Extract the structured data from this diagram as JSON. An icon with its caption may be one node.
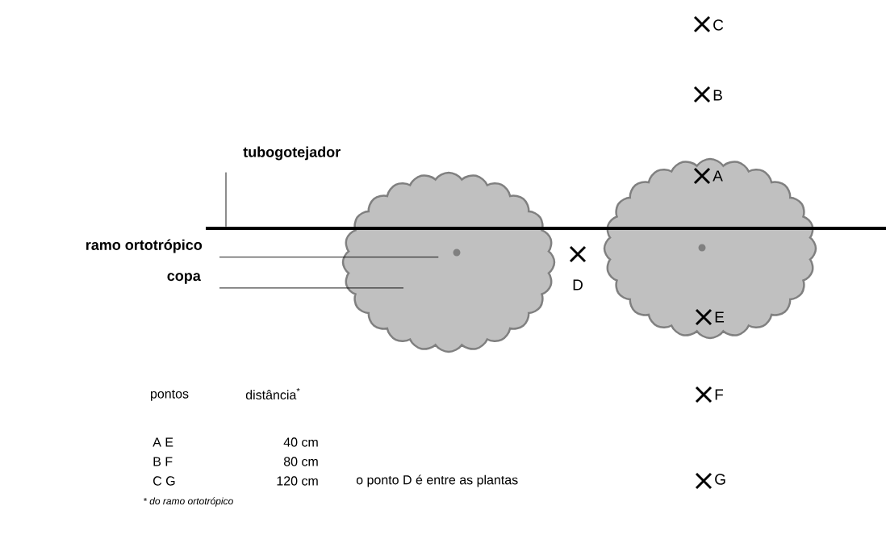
{
  "diagram": {
    "nodes": [
      {
        "text": [
          "tubogotejador"
        ]
      },
      {
        "text": [],
        "shape": "bar"
      },
      {
        "text": [
          "ramo ortotrópico"
        ]
      },
      {
        "text": [
          "copa"
        ]
      },
      {
        "text": [],
        "shape": "cloud"
      },
      {
        "text": [],
        "shape": "circle",
        "in": 4
      },
      {
        "text": [],
        "shape": "cloud"
      },
      {
        "text": [],
        "shape": "circle",
        "in": 6
      }
    ],
    "edges": [
      {
        "from": 0,
        "to": 1,
        "arrow": "none"
      },
      {
        "from": 2,
        "to": 5,
        "arrow": "none"
      },
      {
        "from": 3,
        "to": 4,
        "arrow": "none"
      }
    ],
    "labels": [
      "C",
      "B",
      "A",
      "D",
      "E",
      "pontos",
      "distância$^{*}$",
      "F",
      "A E",
      "40 cm",
      "B F",
      "80 cm",
      "C G",
      "120 cm",
      "o ponto D é entre as plantas",
      "G",
      "* do ramo ortotrópico"
    ]
  }
}
